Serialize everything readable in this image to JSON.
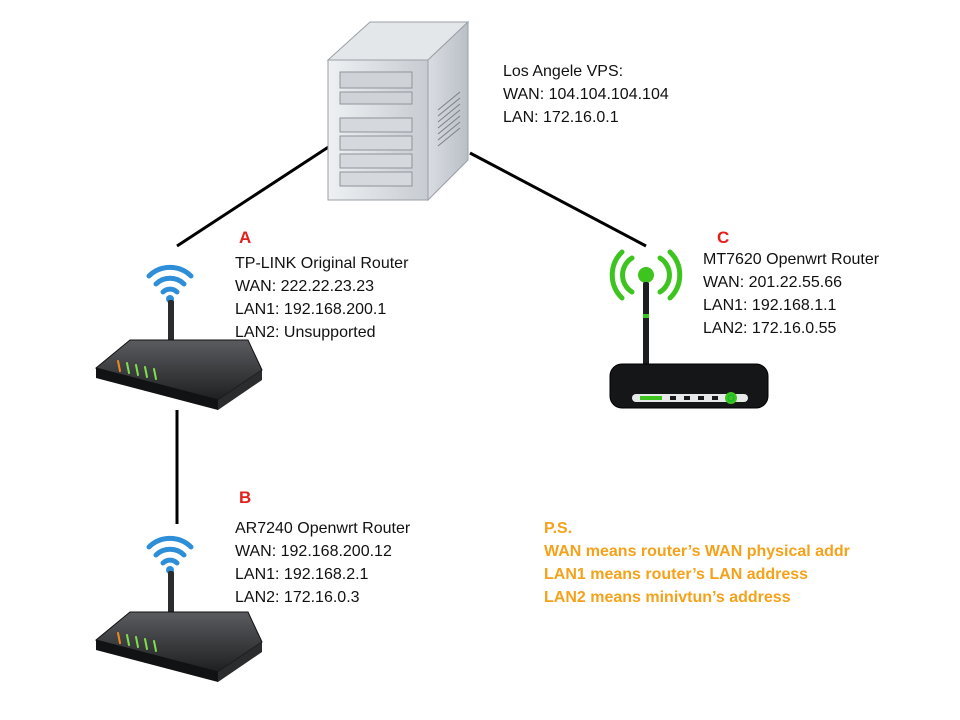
{
  "vps": {
    "title": "Los Angele VPS:",
    "wan": "WAN: 104.104.104.104",
    "lan": "LAN: 172.16.0.1"
  },
  "router_a": {
    "tag": "A",
    "title": "TP-LINK Original Router",
    "wan": "WAN: 222.22.23.23",
    "lan1": "LAN1: 192.168.200.1",
    "lan2": "LAN2: Unsupported"
  },
  "router_b": {
    "tag": "B",
    "title": "AR7240 Openwrt Router",
    "wan": "WAN: 192.168.200.12",
    "lan1": "LAN1: 192.168.2.1",
    "lan2": "LAN2: 172.16.0.3"
  },
  "router_c": {
    "tag": "C",
    "title": "MT7620 Openwrt Router",
    "wan": "WAN: 201.22.55.66",
    "lan1": "LAN1: 192.168.1.1",
    "lan2": "LAN2: 172.16.0.55"
  },
  "notes": {
    "heading": "P.S.",
    "line1": "WAN means router’s WAN physical addr",
    "line2": "LAN1 means router’s LAN address",
    "line3": "LAN2 means minivtun’s address"
  },
  "colors": {
    "tag_red": "#e3201b",
    "note_orange": "#f5a21a",
    "wifi_blue": "#2e8fd8",
    "wifi_green": "#3ec41e"
  }
}
